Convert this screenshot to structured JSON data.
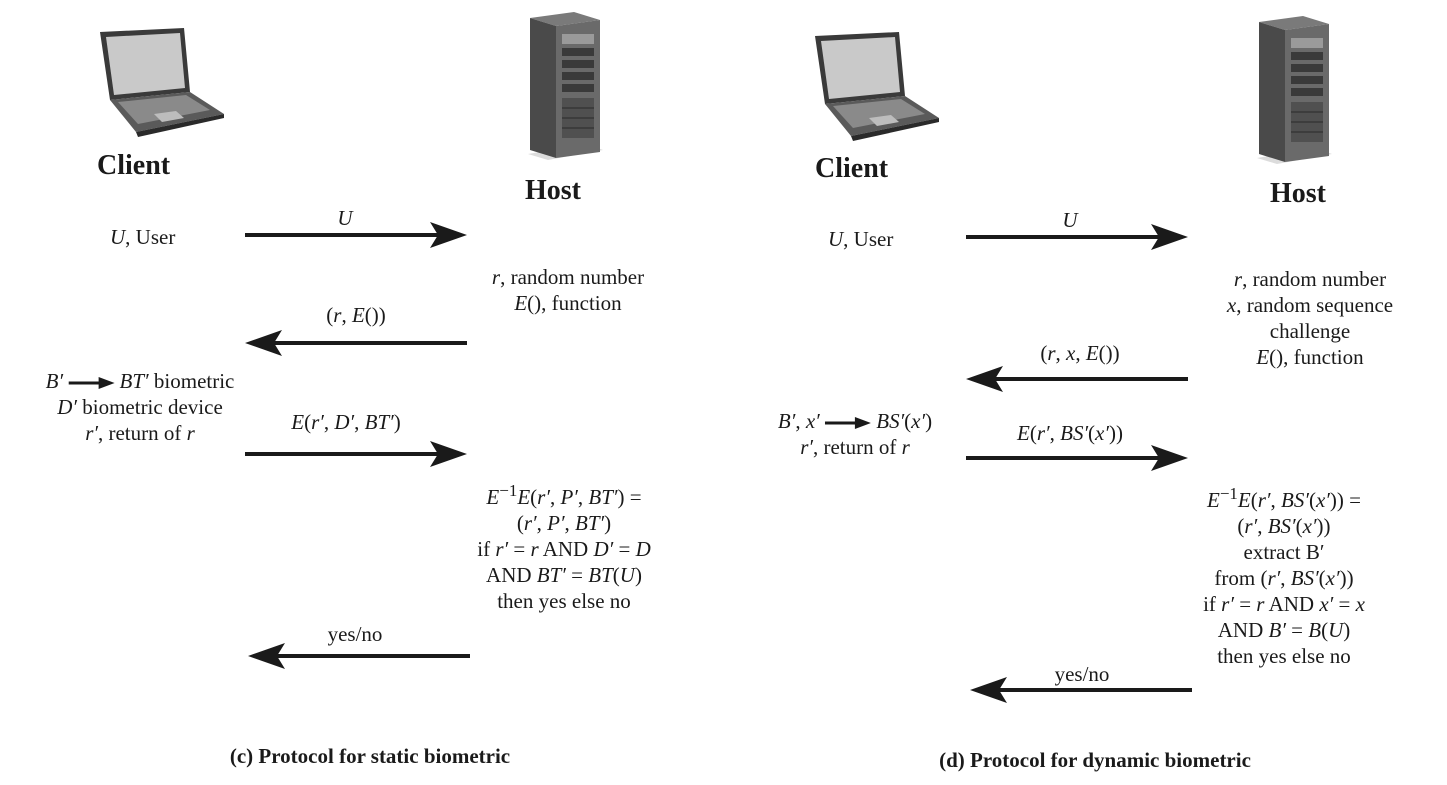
{
  "left": {
    "client_title": "Client",
    "host_title": "Host",
    "client_user": "U, User",
    "arrow1_label": "U",
    "host_lines": [
      "r, random number",
      "E(), function"
    ],
    "arrow2_label": "(r, E())",
    "client_lines": [
      "B′ → BT′ biometric",
      "D′ biometric device",
      "r′, return of r"
    ],
    "arrow3_label": "E(r′, D′, BT′)",
    "host_verify": [
      "E⁻¹E(r′, P′, BT′) =",
      "(r′, P′, BT′)",
      "if r′ = r AND D′ = D",
      "AND BT′ = BT(U)",
      "then yes else no"
    ],
    "arrow4_label": "yes/no",
    "caption": "(c) Protocol for static biometric"
  },
  "right": {
    "client_title": "Client",
    "host_title": "Host",
    "client_user": "U, User",
    "arrow1_label": "U",
    "host_lines": [
      "r, random number",
      "x, random sequence",
      "challenge",
      "E(), function"
    ],
    "arrow2_label": "(r, x, E())",
    "client_lines": [
      "B′, x′ → BS′(x′)",
      "r′, return of r"
    ],
    "arrow3_label": "E(r′, BS′(x′))",
    "host_verify": [
      "E⁻¹E(r′, BS′(x′)) =",
      "(r′, BS′(x′))",
      "extract B′",
      "from (r′, BS′(x′))",
      "if r′ = r AND x′ = x",
      "AND B′ = B(U)",
      "then yes else no"
    ],
    "arrow4_label": "yes/no",
    "caption": "(d) Protocol for dynamic biometric"
  },
  "icons": [
    "laptop-icon",
    "server-tower-icon"
  ]
}
